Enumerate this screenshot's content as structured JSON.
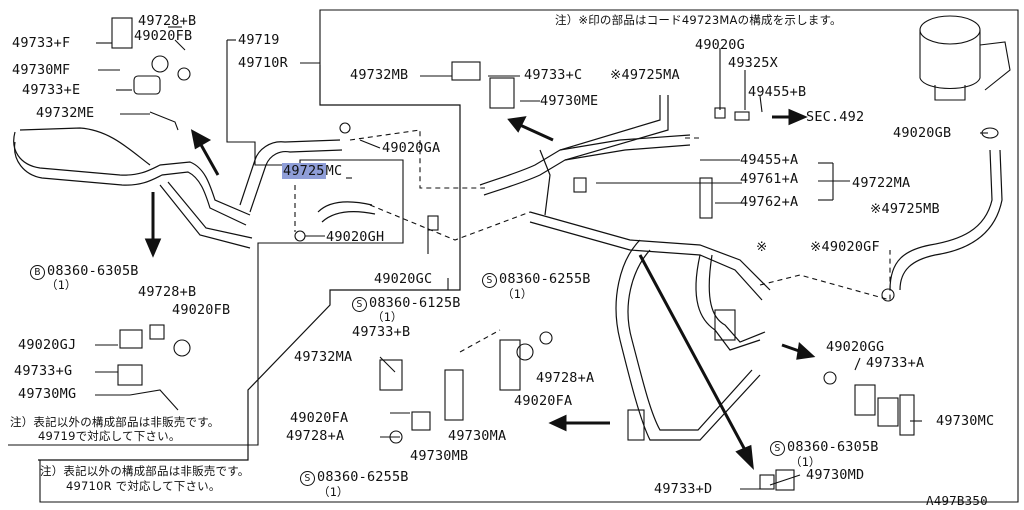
{
  "header_note": "注）※印の部品はコード49723MAの構成を示します。",
  "diagram_id": "A497B350",
  "labels": {
    "p49733F": "49733+F",
    "p49728B_top": "49728+B",
    "p49020FB_top": "49020FB",
    "p49730MF": "49730MF",
    "p49733E": "49733+E",
    "p49732ME": "49732ME",
    "p49719": "49719",
    "p49710R": "49710R",
    "p49732MB": "49732MB",
    "p49733C": "49733+C",
    "p49730ME": "49730ME",
    "p49725MA": "※49725MA",
    "p49020G": "49020G",
    "p49325X": "49325X",
    "p49455B": "49455+B",
    "sec492": "SEC.492",
    "p49020GB": "49020GB",
    "p49020GA": "49020GA",
    "p49725MC_hl": "49725",
    "p49725MC_tail": "MC",
    "p49020GH": "49020GH",
    "p49020GC": "49020GC",
    "p49455A": "49455+A",
    "p49761A": "49761+A",
    "p49722MA": "49722MA",
    "p49762A": "49762+A",
    "p49725MB": "※49725MB",
    "bolt_6305B_left": "08360-6305B",
    "bolt_6305B_left_qty": "（1）",
    "circ_B": "B",
    "p49728B_left": "49728+B",
    "p49020FB_left": "49020FB",
    "p49020GJ": "49020GJ",
    "p49733G": "49733+G",
    "p49730MG": "49730MG",
    "note_left_1": "注）表記以外の構成部品は非販売です。",
    "note_left_2": "49719で対応して下さい。",
    "circ_S": "S",
    "bolt_6255B_top": "08360-6255B",
    "bolt_6255B_top_qty": "（1）",
    "bolt_6125B": "08360-6125B",
    "bolt_6125B_qty": "（1）",
    "p49733B": "49733+B",
    "p49732MA": "49732MA",
    "p49728A_right": "49728+A",
    "p49020FA_right": "49020FA",
    "p49020FA_left": "49020FA",
    "p49728A_left": "49728+A",
    "p49730MA": "49730MA",
    "p49730MB": "49730MB",
    "note_bottom_1": "注）表記以外の構成部品は非販売です。",
    "note_bottom_2": "49710R で対応して下さい。",
    "bolt_6255B_bottom": "08360-6255B",
    "bolt_6255B_bottom_qty": "（1）",
    "mark_ref": "※",
    "p49020GF": "※49020GF",
    "p49020GG": "49020GG",
    "p49733A": "49733+A",
    "p49730MC": "49730MC",
    "bolt_6305B_right": "08360-6305B",
    "bolt_6305B_right_qty": "（1）",
    "p49733D": "49733+D",
    "p49730MD": "49730MD"
  }
}
